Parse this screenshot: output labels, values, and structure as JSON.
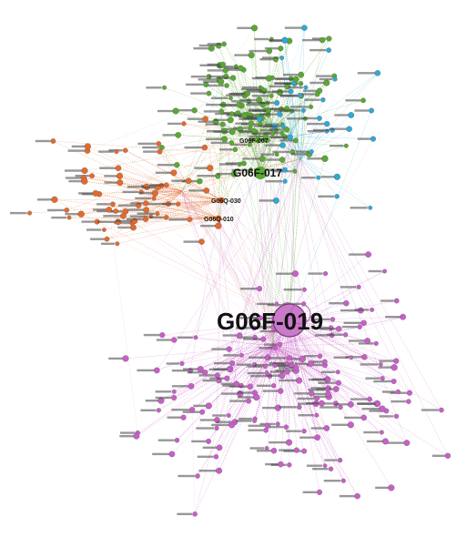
{
  "colors": {
    "green": "#5aa832",
    "cyan": "#2fa8d8",
    "orange": "#e36a2e",
    "magenta": "#c85fc8",
    "magenta_hub": "#c97ac9"
  },
  "hubs": [
    {
      "id": "G06F-017",
      "label": "G06F-017",
      "cluster": "green"
    },
    {
      "id": "G06F-019",
      "label": "G06F-019",
      "cluster": "magenta"
    },
    {
      "id": "G06F-007",
      "label": "G06F-007",
      "cluster": "green"
    },
    {
      "id": "G06Q-030",
      "label": "G06Q-030",
      "cluster": "orange"
    },
    {
      "id": "G06Q-010",
      "label": "G06Q-010",
      "cluster": "orange"
    }
  ],
  "clusters": [
    {
      "name": "green",
      "color_key": "green"
    },
    {
      "name": "cyan",
      "color_key": "cyan"
    },
    {
      "name": "orange",
      "color_key": "orange"
    },
    {
      "name": "magenta",
      "color_key": "magenta"
    }
  ]
}
